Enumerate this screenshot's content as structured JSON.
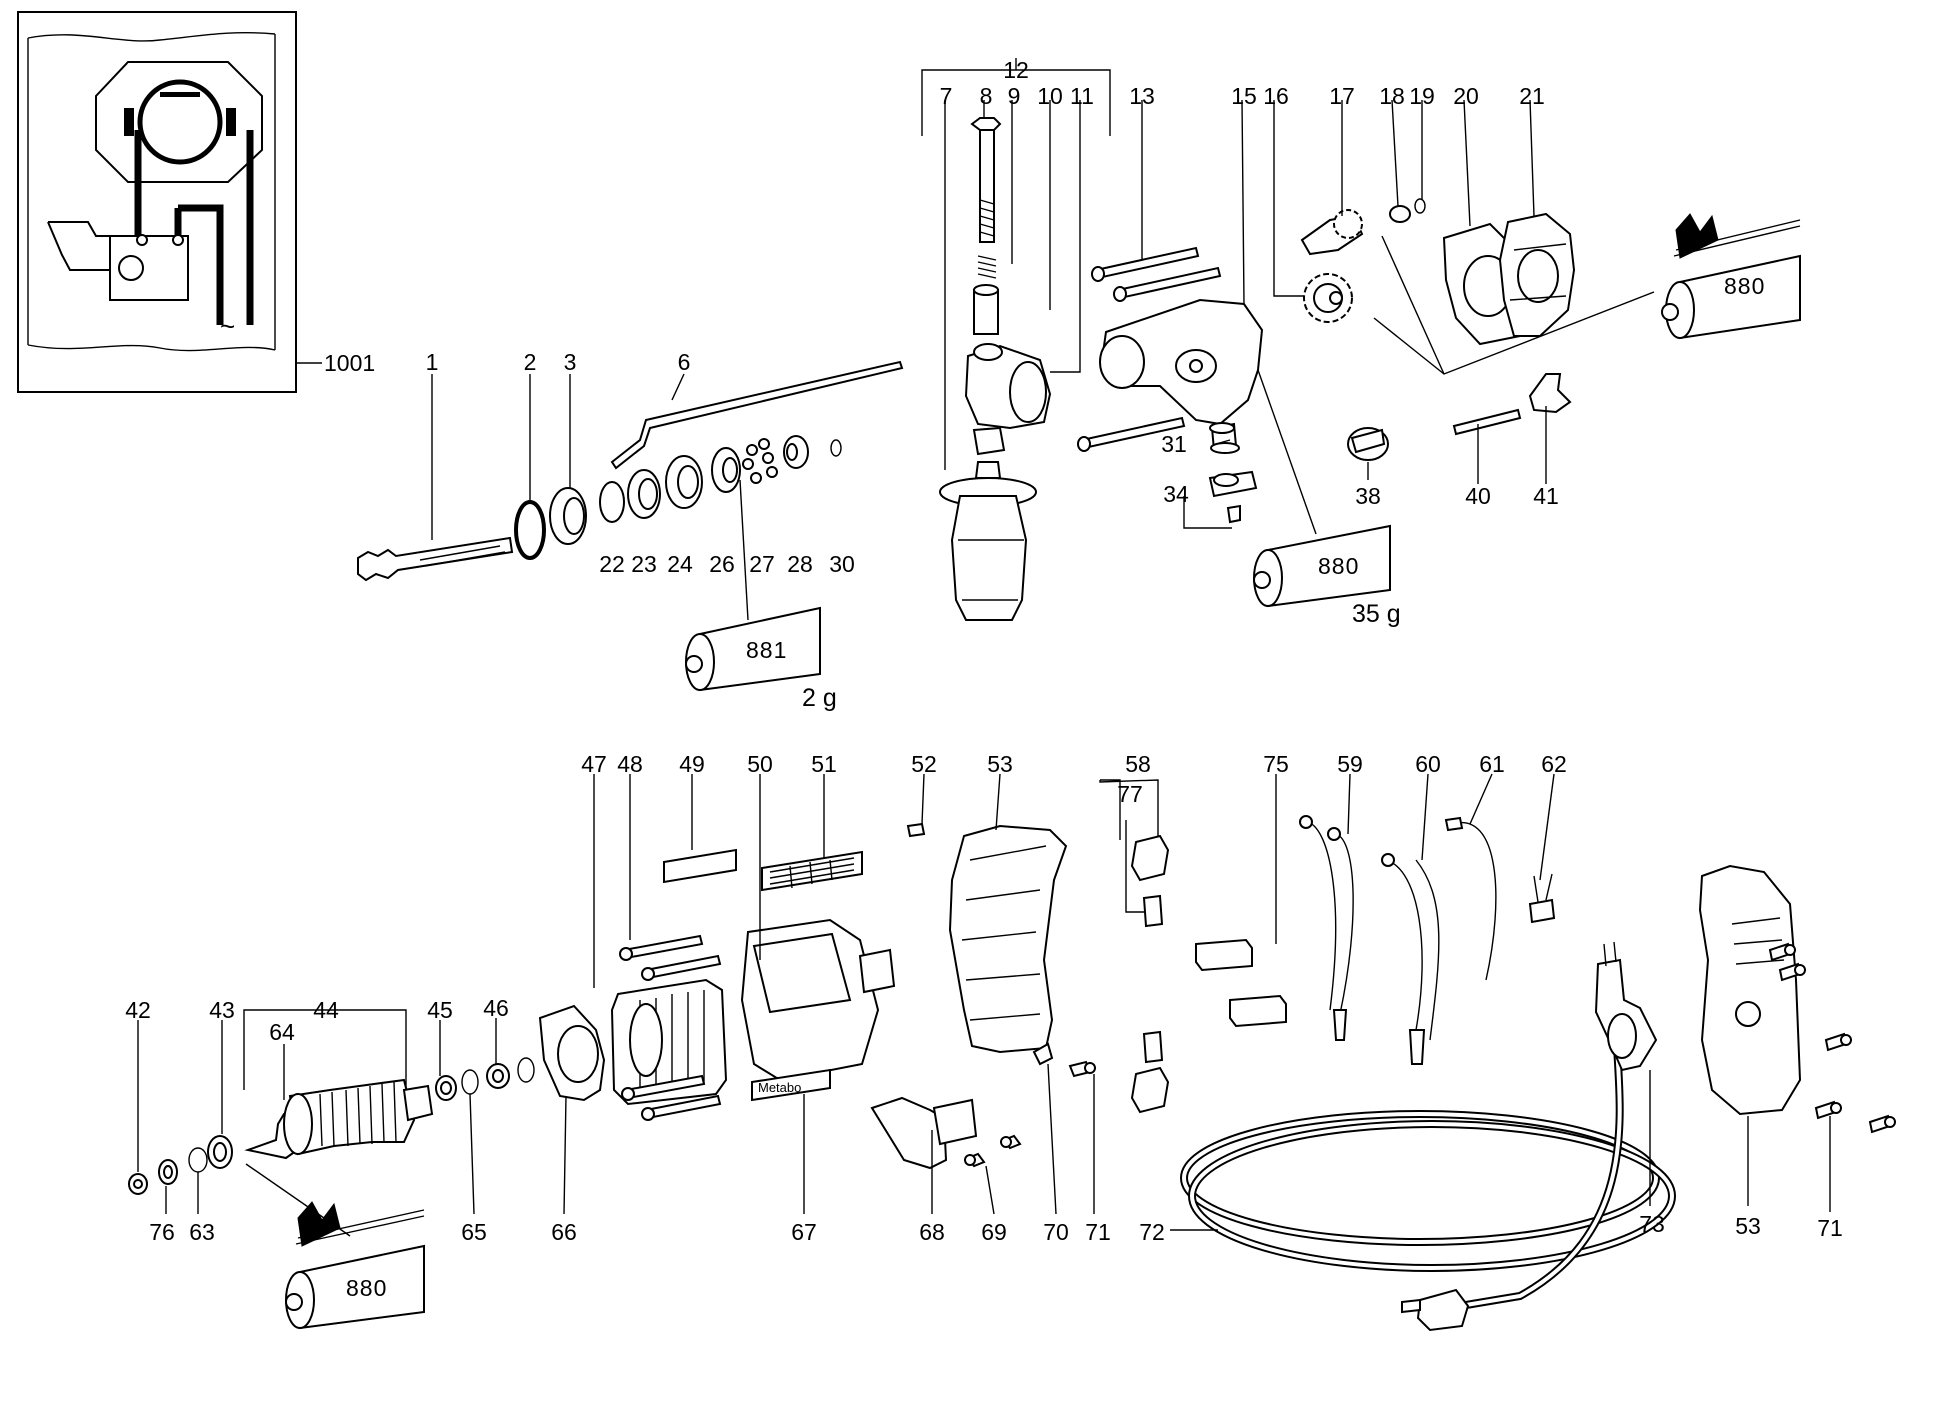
{
  "diagram": {
    "part_numbers": [
      "1",
      "2",
      "3",
      "6",
      "7",
      "8",
      "9",
      "10",
      "11",
      "12",
      "13",
      "15",
      "16",
      "17",
      "18",
      "19",
      "20",
      "21",
      "22",
      "23",
      "24",
      "26",
      "27",
      "28",
      "30",
      "31",
      "34",
      "38",
      "40",
      "41",
      "42",
      "43",
      "44",
      "45",
      "46",
      "47",
      "48",
      "49",
      "50",
      "51",
      "52",
      "53",
      "58",
      "59",
      "60",
      "61",
      "62",
      "63",
      "64",
      "65",
      "66",
      "67",
      "68",
      "69",
      "70",
      "71",
      "72",
      "73",
      "75",
      "76",
      "77",
      "1001"
    ],
    "grease_tubes": [
      {
        "id": "tube-880-top-right",
        "label": "880",
        "weight": ""
      },
      {
        "id": "tube-881",
        "label": "881",
        "weight": "2 g"
      },
      {
        "id": "tube-880-center",
        "label": "880",
        "weight": "35 g"
      },
      {
        "id": "tube-880-bottom-left",
        "label": "880",
        "weight": ""
      }
    ],
    "nameplate_text": "Metabo",
    "wiring_inset_symbol": "~"
  }
}
